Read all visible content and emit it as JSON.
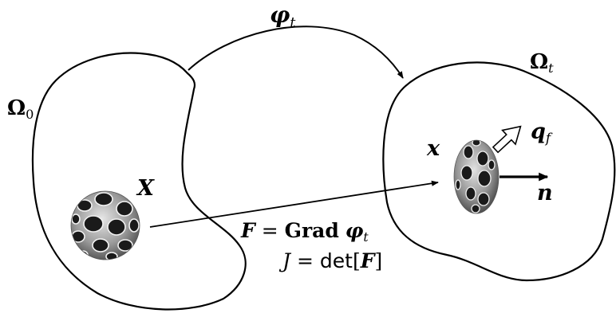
{
  "labels": {
    "map": "φ",
    "map_sub": "t",
    "ref_domain": "Ω",
    "ref_domain_sub": "0",
    "cur_domain": "Ω",
    "cur_domain_sub": "t",
    "ref_point": "X",
    "cur_point": "x",
    "flux": "q",
    "flux_sub": "f",
    "normal": "n"
  },
  "equations": {
    "deformation_gradient": {
      "lhs": "F",
      "eq": " = ",
      "op": "Grad",
      "arg": "φ",
      "arg_sub": "t"
    },
    "jacobian": {
      "lhs": "J",
      "eq": " = ",
      "op": "det",
      "open": "[",
      "arg": "F",
      "close": "]"
    }
  }
}
